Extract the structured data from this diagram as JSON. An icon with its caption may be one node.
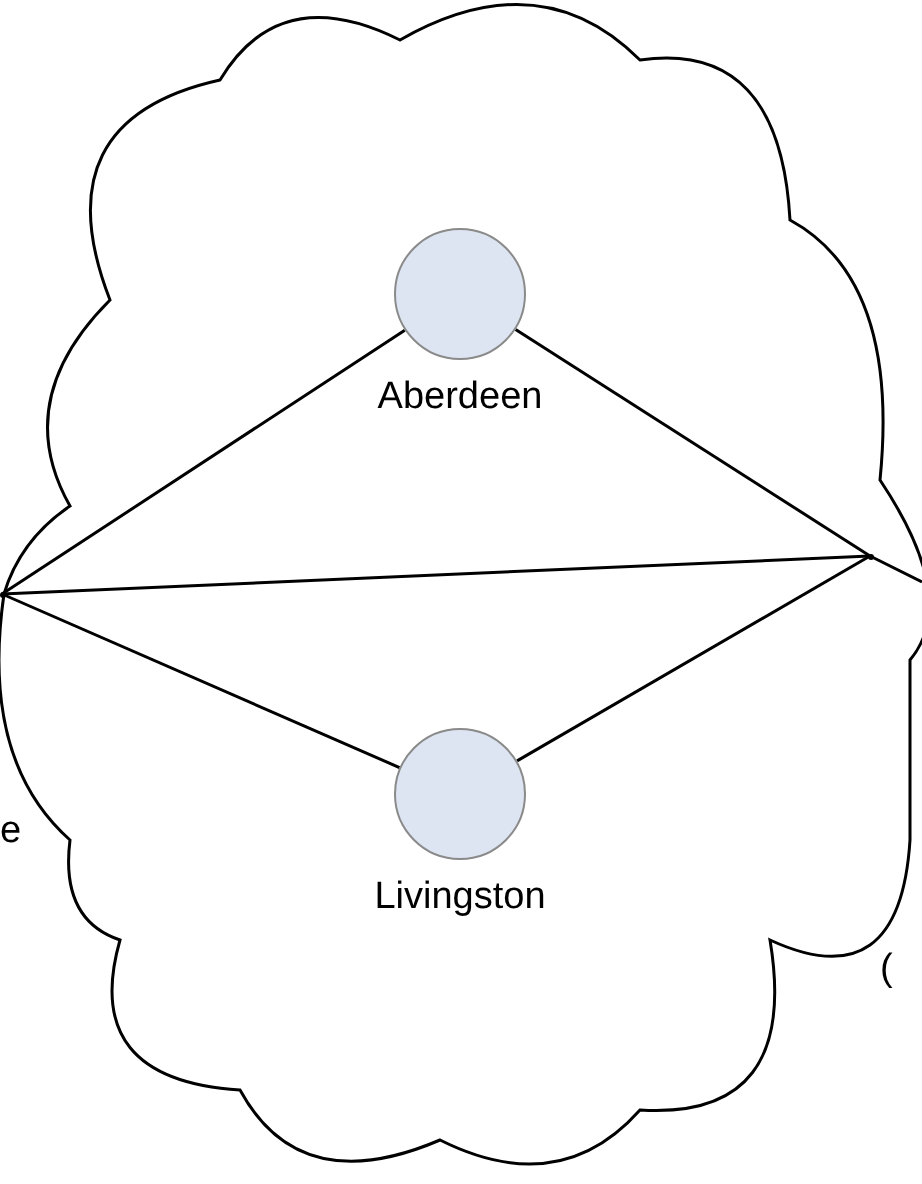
{
  "diagram": {
    "nodes": [
      {
        "text": [],
        "shape": "cloud"
      },
      {
        "text": [
          "Aberdeen"
        ],
        "in": 0
      },
      {
        "text": [
          "Livingston"
        ],
        "in": 0
      },
      {
        "text": [],
        "shape": "circle"
      },
      {
        "text": [],
        "shape": "circle",
        "in": 0
      }
    ],
    "edges": [
      {
        "from": 3,
        "to": 1,
        "arrow": "none"
      },
      {
        "from": 1,
        "to": 4,
        "arrow": "none"
      },
      {
        "from": 3,
        "to": 4,
        "arrow": "none"
      },
      {
        "from": 3,
        "to": 2,
        "arrow": "none"
      },
      {
        "from": 2,
        "to": 4,
        "arrow": "none"
      },
      {
        "from": 4,
        "to": 0,
        "arrow": "none"
      }
    ],
    "labels": [
      "e",
      "("
    ]
  }
}
